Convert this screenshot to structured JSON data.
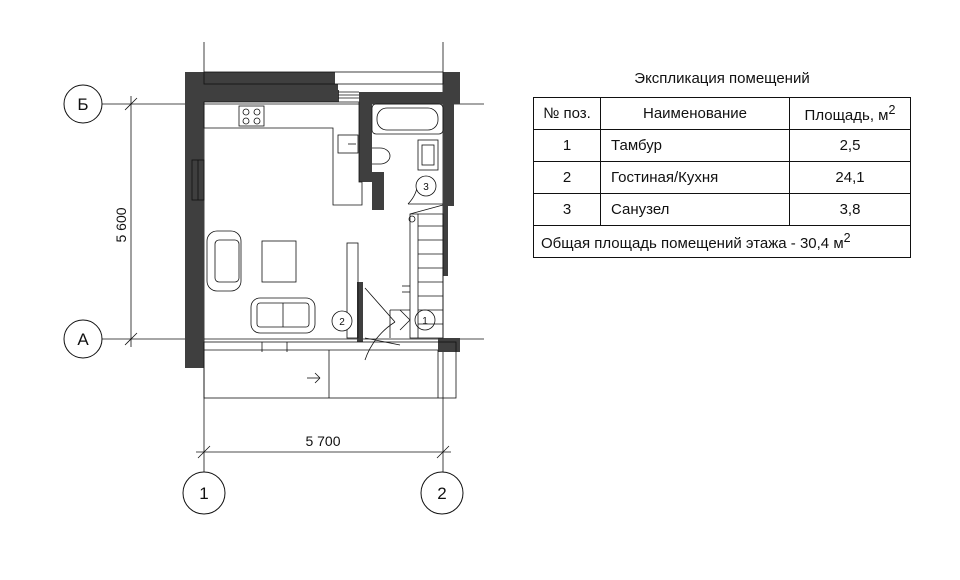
{
  "axes": {
    "horizontal": [
      {
        "label": "1"
      },
      {
        "label": "2"
      }
    ],
    "vertical": [
      {
        "label": "Б"
      },
      {
        "label": "А"
      }
    ]
  },
  "dimensions": {
    "width": "5 700",
    "height": "5 600"
  },
  "room_markers": [
    "1",
    "2",
    "3"
  ],
  "explication": {
    "title": "Экспликация помещений",
    "headers": {
      "no": "№ поз.",
      "name": "Наименование",
      "area": "Площадь, м",
      "area_sup": "2"
    },
    "rows": [
      {
        "no": "1",
        "name": "Тамбур",
        "area": "2,5"
      },
      {
        "no": "2",
        "name": "Гостиная/Кухня",
        "area": "24,1"
      },
      {
        "no": "3",
        "name": "Санузел",
        "area": "3,8"
      }
    ],
    "total": "Общая площадь помещений этажа - 30,4 м",
    "total_sup": "2"
  }
}
